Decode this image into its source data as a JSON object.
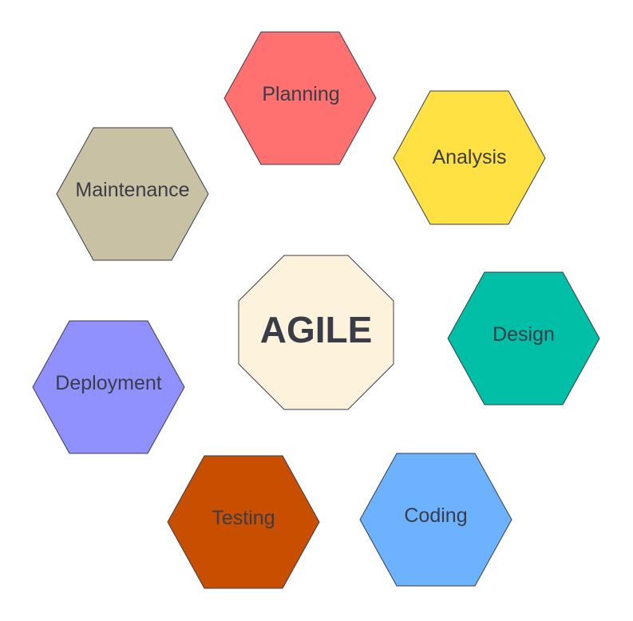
{
  "center": {
    "label": "AGILE",
    "color": "#fdf2dc"
  },
  "phases": [
    {
      "id": "planning",
      "label": "Planning",
      "color": "#ff7171"
    },
    {
      "id": "analysis",
      "label": "Analysis",
      "color": "#ffe144"
    },
    {
      "id": "design",
      "label": "Design",
      "color": "#00bfa6"
    },
    {
      "id": "coding",
      "label": "Coding",
      "color": "#6cb2ff"
    },
    {
      "id": "testing",
      "label": "Testing",
      "color": "#c84e00"
    },
    {
      "id": "deployment",
      "label": "Deployment",
      "color": "#9090ff"
    },
    {
      "id": "maintenance",
      "label": "Maintenance",
      "color": "#c9c1a3"
    }
  ]
}
